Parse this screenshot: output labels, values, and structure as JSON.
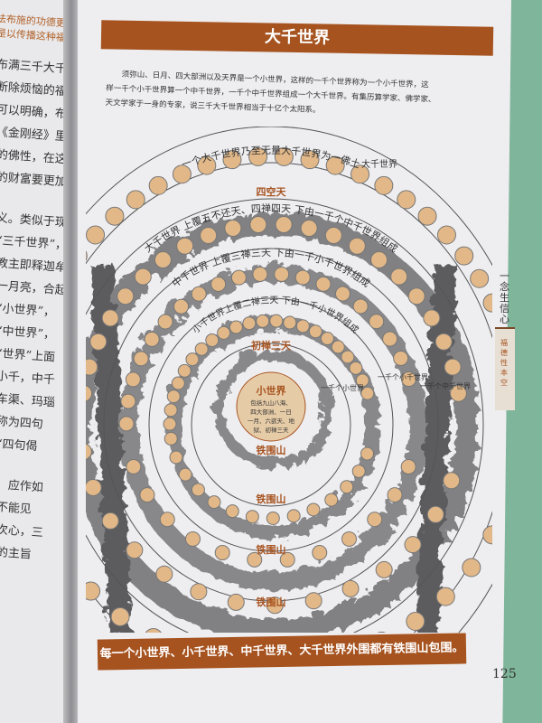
{
  "left_page": {
    "highlight_lines": [
      "法布施的功德更大",
      "是以传播这种福德为"
    ],
    "lines": [
      "布满三千大千世界",
      "断除烦恼的福德",
      "可以明确，布施",
      "《金刚经》里的偈",
      "的佛性，在这个",
      "的财富要更加",
      "义。类似于现代",
      "“三千世界”，",
      "教主即释迦牟",
      "一月亮，合起",
      "“小世界”，",
      "“中世界”，",
      "“世界”上面",
      "小千，中千",
      "车渠、玛瑙",
      "称为四句",
      "“四句偈",
      "，应作如",
      "不能见",
      "次心，三",
      "的主旨"
    ]
  },
  "header": {
    "title": "大千世界"
  },
  "paragraph": [
    "须弥山、日月、四大部洲以及天界是一个小世界，这样的一千个世界称为一个小千世界，这",
    "样一千个小千世界算一个中千世界，一千个中千世界组成一个大千世界。有集历算学家、佛学家、",
    "天文学家于一身的专家，说三千大千世界相当于十亿个太阳系。"
  ],
  "diagram": {
    "outer_arc_label": "一个大千世界乃至无量大千世界为一佛土",
    "great_world_pointer": "大千世界",
    "four_formless_heavens": "四空天",
    "great_chiliocosm_arc": "大千世界 上覆五不还天、四禅四天 下由一千个中千世界组成",
    "medium_chiliocosm_arc": "中千世界 上覆三禅三天 下由一千小千世界组成",
    "small_chiliocosm_arc": "小千世界上覆二禅三天 下由一千小世界组成",
    "first_dhyana": "初禅三天",
    "small_world_title": "小世界",
    "small_world_desc": [
      "包括九山八海、",
      "四大部洲、一日",
      "一月、六欲天、地",
      "狱、初禅三天"
    ],
    "iron_mountain": "铁围山",
    "label_thousand_small_worlds": "一千个小世界",
    "label_thousand_small_chiliocosms": "一千个小千世界",
    "label_thousand_medium_chiliocosms": "一千个中千世界",
    "colors": {
      "brand": "#a6531f",
      "dot": "#e2b888",
      "mountain": "#6e6e70"
    }
  },
  "side_tab": {
    "chapter": "一念生信心",
    "section": "福德性本空"
  },
  "caption": "每一个小世界、小千世界、中千世界、大千世界外围都有铁围山包围。",
  "page_number": "125"
}
